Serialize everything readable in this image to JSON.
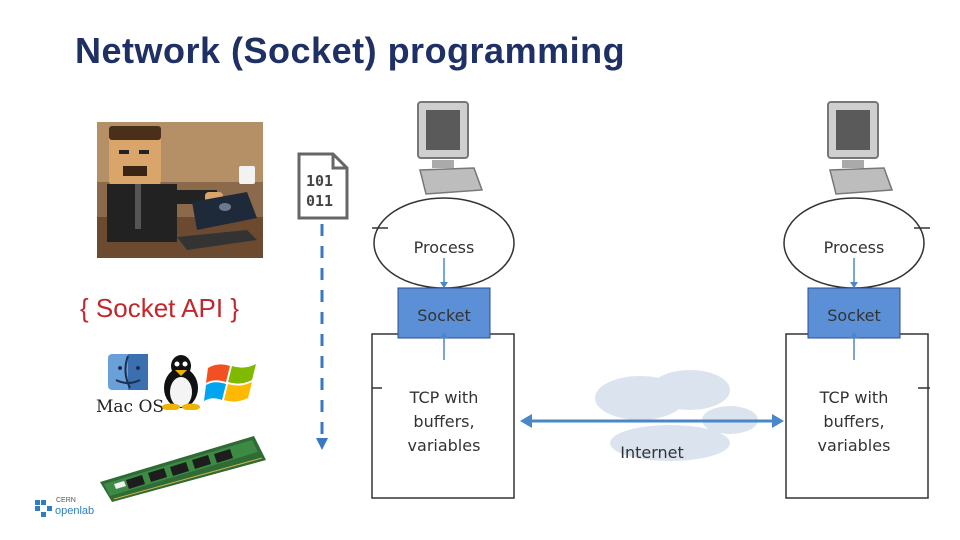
{
  "slide": {
    "title": "Network (Socket) programming",
    "socket_api_label": "{ Socket API }",
    "os_logo_text": "Mac OS",
    "binary_icon_lines": [
      "101",
      "011"
    ],
    "footer_logo": {
      "line1": "CERN",
      "line2": "openlab"
    }
  },
  "diagram": {
    "left_host": {
      "process_label": "Process",
      "socket_label": "Socket",
      "tcp_label": [
        "TCP with",
        "buffers,",
        "variables"
      ]
    },
    "right_host": {
      "process_label": "Process",
      "socket_label": "Socket",
      "tcp_label": [
        "TCP with",
        "buffers,",
        "variables"
      ]
    },
    "internet_label": "Internet"
  },
  "colors": {
    "title": "#1f3064",
    "socket_api": "#c0282d",
    "socket_box": "#5b8fd6",
    "arrow": "#4a86c8",
    "dashed_arrow": "#3a78c2"
  },
  "icons": [
    "developer-illustration",
    "binary-file-icon",
    "macos-logo",
    "linux-tux-logo",
    "windows-logo",
    "ram-module-image",
    "desktop-computer-icon",
    "cern-openlab-logo"
  ]
}
